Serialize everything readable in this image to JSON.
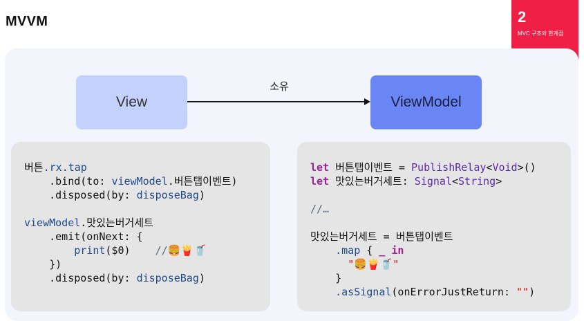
{
  "page": {
    "title": "MVVM"
  },
  "badge": {
    "number": "2",
    "subtitle": "MVC 구조와 한계점",
    "color": "#f01f45"
  },
  "diagram": {
    "nodes": [
      {
        "id": "view",
        "label": "View",
        "color": "#c3d1fc"
      },
      {
        "id": "viewmodel",
        "label": "ViewModel",
        "color": "#6a86f4"
      }
    ],
    "edges": [
      {
        "from": "view",
        "to": "viewmodel",
        "label": "소유"
      }
    ]
  },
  "code_left": {
    "l1": {
      "a": "버튼",
      "b": ".rx.tap"
    },
    "l2": {
      "a": "    .bind(to: ",
      "b": "viewModel",
      "c": ".버튼탭이벤트)"
    },
    "l3": {
      "a": "    .disposed(by: ",
      "b": "disposeBag",
      "c": ")"
    },
    "l4": {
      "a": "viewModel",
      "b": ".맛있는버거세트"
    },
    "l5": {
      "a": "    .emit(onNext: {"
    },
    "l6": {
      "a": "        print",
      "b": "($0)    ",
      "c": "//",
      "emoji": "🍔🍟🥤"
    },
    "l7": {
      "a": "    })"
    },
    "l8": {
      "a": "    .disposed(by: ",
      "b": "disposeBag",
      "c": ")"
    }
  },
  "code_right": {
    "l1": {
      "kw": "let",
      "a": " 버튼탭이벤트 = ",
      "b": "PublishRelay",
      "c": "<",
      "d": "Void",
      "e": ">()"
    },
    "l2": {
      "kw": "let",
      "a": " 맛있는버거세트: ",
      "b": "Signal",
      "c": "<",
      "d": "String",
      "e": ">"
    },
    "l3": {
      "a": "//…"
    },
    "l4": {
      "a": "맛있는버거세트 = 버튼탭이벤트"
    },
    "l5": {
      "a": "    .map",
      "b": " { ",
      "kw1": "_",
      "c": " ",
      "kw2": "in"
    },
    "l6": {
      "pre": "      ",
      "q1": "\"",
      "emoji": "🍔🍟🥤",
      "q2": "\""
    },
    "l7": {
      "a": "    }"
    },
    "l8": {
      "a": "    .asSignal",
      "b": "(onErrorJustReturn: ",
      "str": "\"\"",
      "c": ")"
    }
  }
}
